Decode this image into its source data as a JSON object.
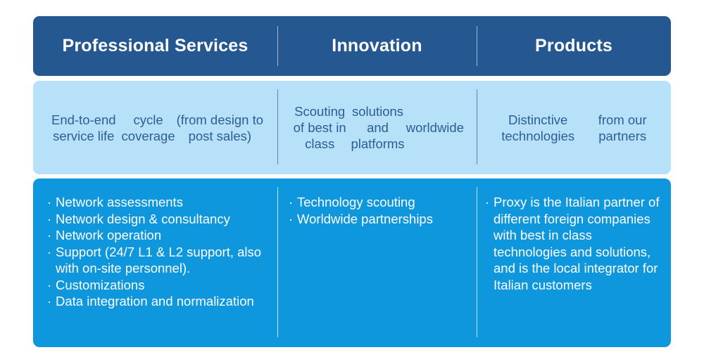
{
  "columns": [
    {
      "title": "Professional Services",
      "summary": [
        "End-to-end service life",
        "cycle coverage",
        "(from design to post sales)"
      ],
      "items": [
        "Network assessments",
        "Network design & consultancy",
        "Network operation",
        "Support (24/7 L1 & L2 support, also with on-site personnel).",
        "Customizations",
        "Data integration and normalization"
      ]
    },
    {
      "title": "Innovation",
      "summary": [
        "Scouting of best in class",
        "solutions and platforms",
        "worldwide"
      ],
      "items": [
        "Technology scouting",
        "Worldwide partnerships"
      ]
    },
    {
      "title": "Products",
      "summary": [
        "Distinctive technologies",
        "from our partners"
      ],
      "items": [
        "Proxy is the Italian partner of different foreign companies with best in class technologies and solutions, and is the local integrator for Italian customers"
      ]
    }
  ],
  "bullet_char": "·",
  "colors": {
    "header_bg": "#255891",
    "summary_bg": "#b7e1f8",
    "details_bg": "#0f97dd",
    "summary_text": "#2b5e96"
  }
}
